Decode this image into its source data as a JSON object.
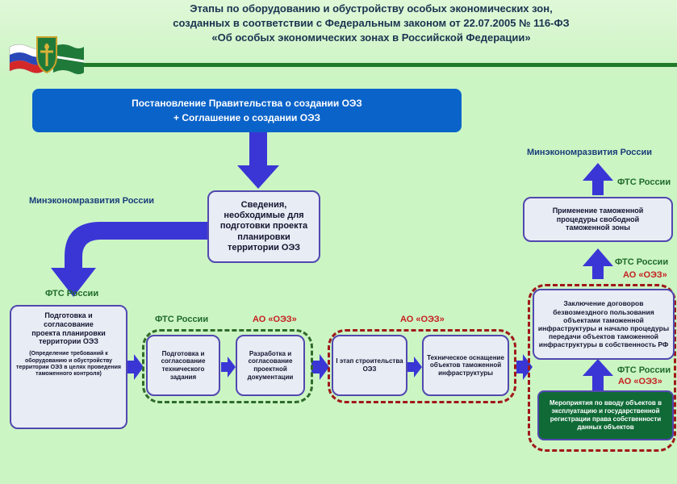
{
  "header": {
    "title_lines": [
      "Этапы по оборудованию и обустройству особых экономических зон,",
      "созданных в соответствии с Федеральным законом от 22.07.2005 № 116-ФЗ",
      "«Об особых экономических зонах в Российской Федерации»"
    ]
  },
  "nodes": {
    "government_decree": {
      "lines": [
        "Постановление Правительства о создании ОЭЗ",
        "+ Соглашение о создании ОЭЗ"
      ]
    },
    "territory_info": {
      "lines": [
        "Сведения,",
        "необходимые для",
        "подготовки проекта",
        "планировки",
        "территории ОЭЗ"
      ]
    },
    "planning_project": {
      "lines": [
        "Подготовка и",
        "согласование",
        "проекта планировки",
        "территории ОЭЗ"
      ],
      "note": "(Определение требований к оборудованию и обустройству территории ОЭЗ в целях проведения таможенного контроля)"
    },
    "technical_task": {
      "text": "Подготовка и согласование технического задания"
    },
    "project_docs": {
      "text": "Разработка и согласование проектной документации"
    },
    "construction_stage": {
      "text": "I этап строительства ОЭЗ"
    },
    "technical_equipment": {
      "text": "Техническое оснащение объектов таможенной инфраструктуры"
    },
    "agreements": {
      "text": "Заключение договоров безвозмездного пользования объектами таможенной инфраструктуры и начало процедуры передачи объектов таможенной инфраструктуры в собственность РФ"
    },
    "free_zone_procedure": {
      "text": "Применение таможенной процедуры свободной таможенной зоны"
    },
    "commissioning": {
      "text": "Мероприятия по вводу объектов в эксплуатацию и государственной регистрации права собственности данных объектов"
    }
  },
  "labels": {
    "mineconom_left": "Минэкономразвития России",
    "fts_left": "ФТС России",
    "fts_group1": "ФТС России",
    "ao_group1": "АО «ОЭЗ»",
    "ao_group2": "АО «ОЭЗ»",
    "mineconom_right": "Минэкономразвития России",
    "fts_top_right": "ФТС России",
    "fts_mid_right": "ФТС России",
    "ao_mid_right": "АО «ОЭЗ»",
    "fts_low_right": "ФТС России",
    "ao_low_right": "АО «ОЭЗ»"
  },
  "colors": {
    "background": "#ccf5c4",
    "arrow": "#3a36d6",
    "primary_box": "#0a63c9",
    "dark_box": "#0f6a36",
    "dashed_green": "#2f6b2a",
    "dashed_red": "#a01818"
  }
}
